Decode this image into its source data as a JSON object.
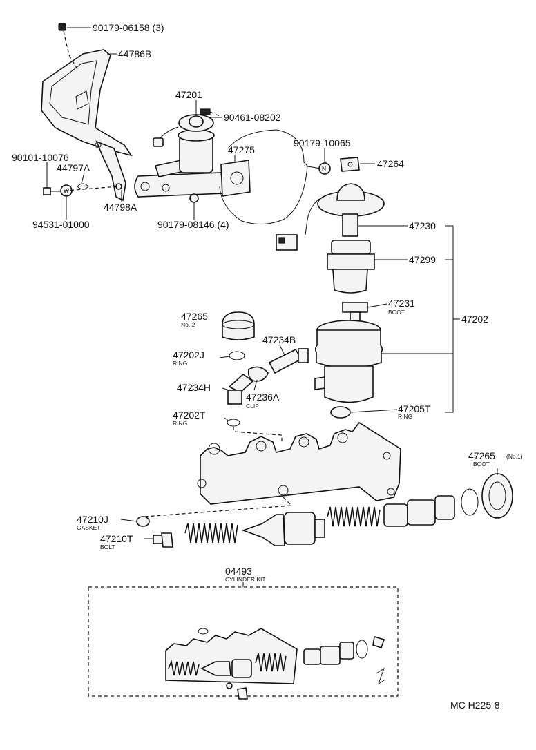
{
  "labels": {
    "p90179_06158": "90179-06158 (3)",
    "p44786B": "44786B",
    "p47201": "47201",
    "p90461_08202": "90461-08202",
    "p47275": "47275",
    "p90179_10065": "90179-10065",
    "p47264": "47264",
    "p90101_10076": "90101-10076",
    "p44797A": "44797A",
    "p44798A": "44798A",
    "p94531_01000": "94531-01000",
    "p90179_08146": "90179-08146 (4)",
    "p47230": "47230",
    "p47299": "47299",
    "p47231": "47231",
    "p47231_sub": "BOOT",
    "p47202": "47202",
    "p47265a": "47265",
    "p47265a_sub": "No. 2",
    "p47234B": "47234B",
    "p47202J": "47202J",
    "p47202J_sub": "RING",
    "p47234H": "47234H",
    "p47236A": "47236A",
    "p47236A_sub": "CLIP",
    "p47205T": "47205T",
    "p47205T_sub": "RING",
    "p47202T": "47202T",
    "p47202T_sub": "RING",
    "p47265b": "47265",
    "p47265b_note": "(No.1)",
    "p47265b_sub": "BOOT",
    "p47210J": "47210J",
    "p47210J_sub": "GASKET",
    "p47210T": "47210T",
    "p47210T_sub": "BOLT",
    "p04493": "04493",
    "p04493_sub": "CYLINDER KIT",
    "washer_n": "N",
    "washer_w": "W",
    "code": "MC H225-8"
  }
}
